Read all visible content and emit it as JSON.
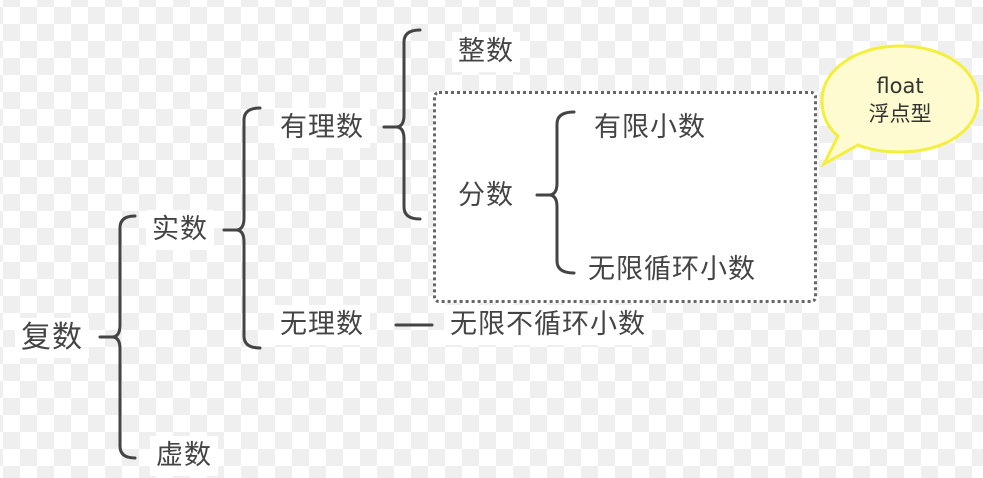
{
  "diagram": {
    "root": "复数",
    "real": "实数",
    "imaginary": "虚数",
    "rational": "有理数",
    "irrational": "无理数",
    "integer": "整数",
    "fraction": "分数",
    "finite_decimal": "有限小数",
    "repeating_decimal": "无限循环小数",
    "non_repeating_decimal": "无限不循环小数",
    "callout": {
      "line1": "float",
      "line2": "浮点型",
      "fill": "#fdfbcf",
      "stroke": "#f4ee3c"
    },
    "line_color": "#444444"
  }
}
